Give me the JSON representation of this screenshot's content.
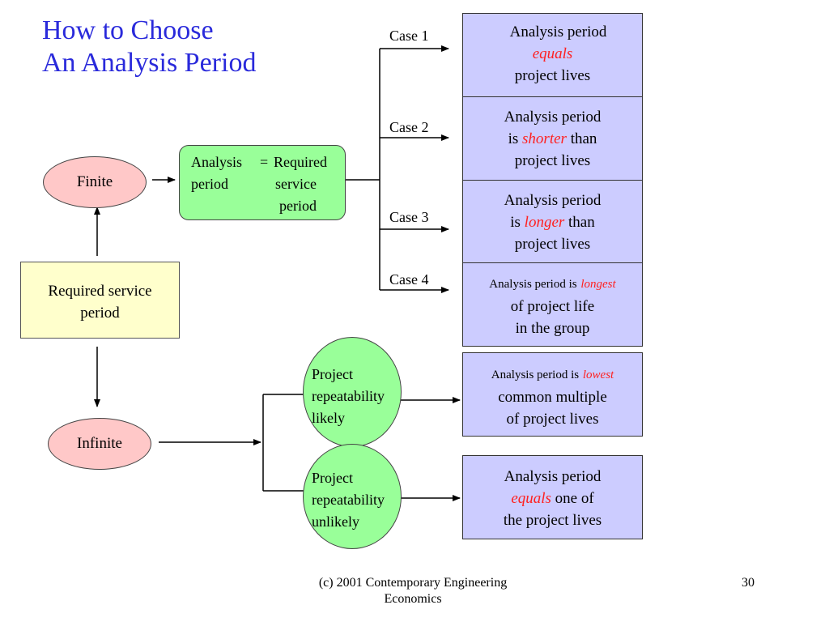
{
  "title": {
    "line1": "How to Choose",
    "line2": "An Analysis Period"
  },
  "cases": [
    {
      "label": "Case 1"
    },
    {
      "label": "Case 2"
    },
    {
      "label": "Case 3"
    },
    {
      "label": "Case 4"
    }
  ],
  "outcomes": {
    "case1": {
      "l1": "Analysis period",
      "em": "equals",
      "l3": "project lives"
    },
    "case2": {
      "pre": "Analysis period",
      "is": "is",
      "em": "shorter",
      "post": "than",
      "l3": "project lives"
    },
    "case3": {
      "pre": "Analysis period",
      "is": "is",
      "em": "longer",
      "post": "than",
      "l3": "project lives"
    },
    "case4": {
      "pre": "Analysis period is",
      "em": "longest",
      "l2": "of project life",
      "l3": "in the group"
    },
    "likely": {
      "pre": "Analysis period is",
      "em": "lowest",
      "l2": "common multiple",
      "l3": "of project lives"
    },
    "unlikely": {
      "l1": "Analysis period",
      "em": "equals",
      "post": "one of",
      "l3": "the project lives"
    }
  },
  "nodes": {
    "finite": "Finite",
    "infinite": "Infinite",
    "required_service": {
      "l1": "Required service",
      "l2": "period"
    },
    "analysis_eq": {
      "a1": "Analysis",
      "a2": "period",
      "eq": "=",
      "r1": "Required",
      "r2": "service",
      "r3": "period"
    },
    "repeat_likely": {
      "l1": "Project",
      "l2": "repeatability",
      "l3": "likely"
    },
    "repeat_unlikely": {
      "l1": "Project",
      "l2": "repeatability",
      "l3": "unlikely"
    }
  },
  "footer": {
    "copyright_l1": "(c) 2001 Contemporary Engineering",
    "copyright_l2": "Economics",
    "page": "30"
  },
  "colors": {
    "title": "#2a2adb",
    "emphasis": "#ff2020",
    "outcome_fill": "#ccccff",
    "pink": "#ffc8c8",
    "green": "#99ff99",
    "yellow": "#ffffcc"
  }
}
